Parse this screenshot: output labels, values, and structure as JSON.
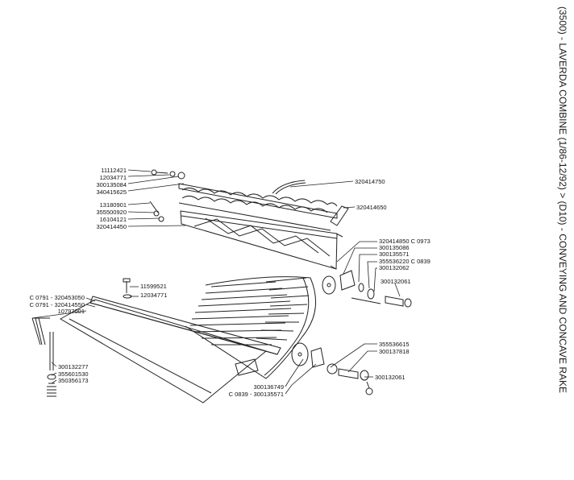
{
  "title": "(3500) - LAVERDA COMBINE (1/86-12/92) > (D10) - CONVEYING AND CONCAVE RAKE",
  "labels": {
    "p11112421": "11112421",
    "p12034771a": "12034771",
    "p300135084": "300135084",
    "p340415625": "340415625",
    "p13180901": "13180901",
    "p355500920": "355500920",
    "p16104121": "16104121",
    "p320414450": "320414450",
    "p320414750": "320414750",
    "p320414650": "320414650",
    "p320414850": "320414850 C 0973",
    "p300135086": "300135086",
    "p300135571a": "300135571",
    "p355536220": "355536220 C 0839",
    "p300132062": "300132062",
    "p300132061a": "300132061",
    "p11599521": "11599521",
    "p12034771b": "12034771",
    "p320453050": "C 0791 - 320453050",
    "p320414550": "C 0791 - 320414550",
    "p10797001": "10797001",
    "p300132277": "300132277",
    "p355601530": "355601530",
    "p350356173": "350356173",
    "p355536615": "355536615",
    "p300137818": "300137818",
    "p300132061b": "300132061",
    "p300136749": "300136749",
    "p300135571b": "C 0839 - 300135571"
  }
}
